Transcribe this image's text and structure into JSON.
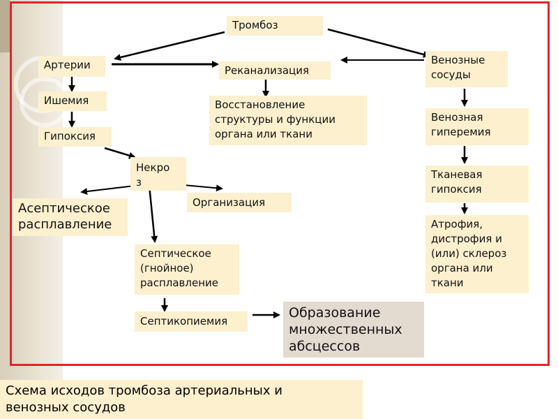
{
  "nodes": {
    "thrombosis": "Тромбоз",
    "arteries": "Артерии",
    "recanalization": "Реканализация",
    "venous_vessels": "Венозные\nсосуды",
    "ischemia": "Ишемия",
    "restoration": "Восстановление\nструктуры и функции\nоргана или ткани",
    "venous_hyperemia": "Венозная\nгиперемия",
    "hypoxia": "Гипоксия",
    "necrosis": "Некро\nз",
    "tissue_hypoxia": "Тканевая\nгипоксия",
    "aseptic_melting": "Асептическое\nрасплавление",
    "organization": "Организация",
    "atrophy": "Атрофия,\nдистрофия и\n(или) склероз\nоргана или\nткани",
    "septic_melting": "Септическое\n(гнойное)\nрасплавление",
    "septicopyemia": "Септикопиемия",
    "abscesses": "Образование\nмножественных\nабсцессов"
  },
  "caption": "Схема исходов тромбоза артериальных и\nвенозных сосудов",
  "colors": {
    "box": "#fdf0cf",
    "box_gray": "#e2dbcf",
    "frame": "#e3242b",
    "arrow": "#000000"
  }
}
